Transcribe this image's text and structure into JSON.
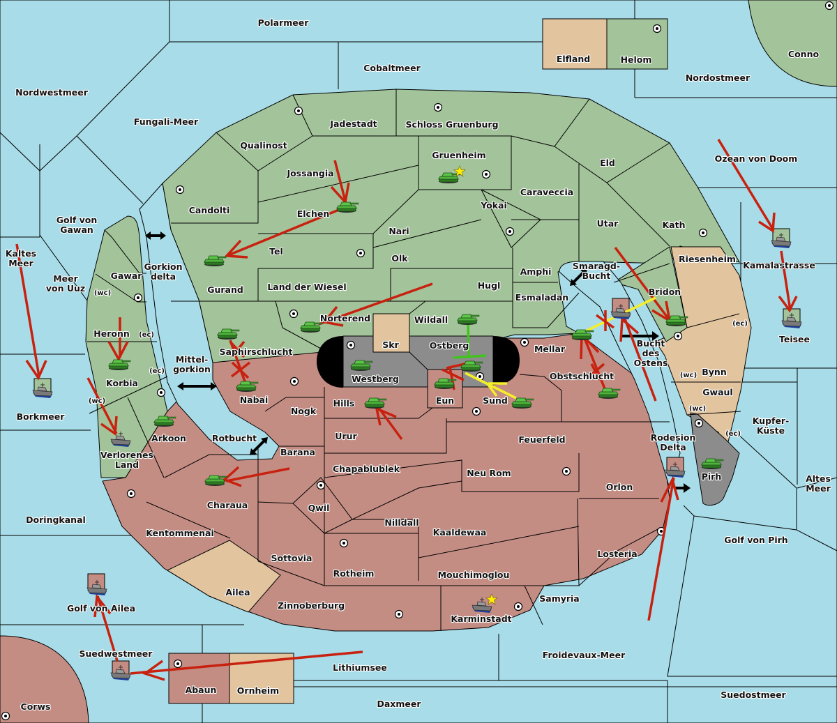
{
  "game": {
    "title": "Diplomacy Map",
    "powers": [
      {
        "name": "green",
        "color": "#a3c49a"
      },
      {
        "name": "red",
        "color": "#c48d84"
      },
      {
        "name": "neutral",
        "color": "#e2c59f"
      },
      {
        "name": "grey",
        "color": "#8c8c8c"
      }
    ]
  },
  "colors": {
    "sea": "#a8dce8",
    "order_attack": "#c8210f",
    "order_support": "#f5ef2a",
    "order_convoy": "#41c41e",
    "unit_tank": "#3a9a2e",
    "star": "#ffee00"
  },
  "labels": {
    "polarmeer": "Polarmeer",
    "cobaltmeer": "Cobaltmeer",
    "elfland": "Elfland",
    "helom": "Helom",
    "conno": "Conno",
    "nordwestmeer": "Nordwestmeer",
    "nordostmeer": "Nordostmeer",
    "fungali": "Fungali-Meer",
    "jadestadt": "Jadestadt",
    "schloss": "Schloss Gruenburg",
    "qualinost": "Qualinost",
    "gruenheim": "Gruenheim",
    "eld": "Eld",
    "ozean": "Ozean von Doom",
    "jossangia": "Jossangia",
    "candolti": "Candolti",
    "caraveccia": "Caraveccia",
    "elchen": "Elchen",
    "yokai": "Yokai",
    "golfgawan": "Golf von\nGawan",
    "nari": "Nari",
    "utar": "Utar",
    "kath": "Kath",
    "kamalastrasse": "Kamalastrasse",
    "kaltes": "Kaltes\nMeer",
    "tel": "Tel",
    "olk": "Olk",
    "amphi": "Amphi",
    "riesenheim": "Riesenheim",
    "gawar": "Gawar",
    "gorkiondelta": "Gorkion\ndelta",
    "meeruuz": "Meer\nvon Uuz",
    "landwiesel": "Land der Wiesel",
    "hugl": "Hugl",
    "gurand": "Gurand",
    "smaragd": "Smaragd-\nBucht",
    "esmaladan": "Esmaladan",
    "bridon": "Bridon",
    "teisee": "Teisee",
    "norterend": "Norterend",
    "wildall": "Wildall",
    "heronn": "Heronn",
    "skr": "Skr",
    "ostberg": "Ostberg",
    "mellar": "Mellar",
    "saphir": "Saphirschlucht",
    "buchtostens": "Bucht\ndes\nOstens",
    "bynn": "Bynn",
    "mittelgorkion": "Mittel-\ngorkion",
    "westberg": "Westberg",
    "obstschlucht": "Obstschlucht",
    "korbia": "Korbia",
    "nabai": "Nabai",
    "hills": "Hills",
    "eun": "Eun",
    "sund": "Sund",
    "gwaul": "Gwaul",
    "borkmeer": "Borkmeer",
    "nogk": "Nogk",
    "kupfer": "Kupfer-\nKüste",
    "arkoon": "Arkoon",
    "rotbucht": "Rotbucht",
    "urur": "Urur",
    "feuerfeld": "Feuerfeld",
    "rodesion": "Rodesion\nDelta",
    "barana": "Barana",
    "verlorenes": "Verlorenes\nLand",
    "chapa": "Chapablublek",
    "neurom": "Neu Rom",
    "pirh": "Pirh",
    "altesmeer": "Altes\nMeer",
    "charaua": "Charaua",
    "orlon": "Orlon",
    "qwil": "Qwil",
    "doringkanal": "Doringkanal",
    "nilldall": "Nilldall",
    "kentommenai": "Kentommenai",
    "kaaldewaa": "Kaaldewaa",
    "golfpirh": "Golf von Pirh",
    "losteria": "Losteria",
    "sottovia": "Sottovia",
    "rotheim": "Rotheim",
    "mouchi": "Mouchimoglou",
    "ailea": "Ailea",
    "samyria": "Samyria",
    "zinnoberburg": "Zinnoberburg",
    "golfailea": "Golf von Ailea",
    "karminstadt": "Karminstadt",
    "suedwestmeer": "Suedwestmeer",
    "froidevaux": "Froidevaux-Meer",
    "lithiumsee": "Lithiumsee",
    "abaun": "Abaun",
    "ornheim": "Ornheim",
    "suedostmeer": "Suedostmeer",
    "daxmeer": "Daxmeer",
    "corws": "Corws"
  },
  "coasts": {
    "wc": "(wc)",
    "ec": "(ec)"
  },
  "units": [
    {
      "type": "army",
      "province": "Elchen",
      "power": "green"
    },
    {
      "type": "army",
      "province": "Gruenheim",
      "power": "green",
      "star": true
    },
    {
      "type": "army",
      "province": "Gurand",
      "power": "green"
    },
    {
      "type": "army",
      "province": "Norterend",
      "power": "green"
    },
    {
      "type": "army",
      "province": "Saphirschlucht",
      "power": "green"
    },
    {
      "type": "army",
      "province": "Nabai",
      "power": "green"
    },
    {
      "type": "army",
      "province": "Korbia",
      "power": "green"
    },
    {
      "type": "army",
      "province": "Arkoon",
      "power": "green"
    },
    {
      "type": "army",
      "province": "Charaua",
      "power": "green"
    },
    {
      "type": "army",
      "province": "Westberg",
      "power": "green"
    },
    {
      "type": "army",
      "province": "Hills",
      "power": "green"
    },
    {
      "type": "army",
      "province": "Wildall",
      "power": "green"
    },
    {
      "type": "army",
      "province": "Ostberg",
      "power": "green"
    },
    {
      "type": "army",
      "province": "Eun",
      "power": "green"
    },
    {
      "type": "army",
      "province": "Sund",
      "power": "green"
    },
    {
      "type": "army",
      "province": "Mellar",
      "power": "green"
    },
    {
      "type": "army",
      "province": "Obstschlucht",
      "power": "green"
    },
    {
      "type": "army",
      "province": "Bridon",
      "power": "green"
    },
    {
      "type": "army",
      "province": "Pirh",
      "power": "green"
    },
    {
      "type": "fleet",
      "province": "Borkmeer",
      "power": "green"
    },
    {
      "type": "fleet",
      "province": "Verlorenes Land",
      "power": "green"
    },
    {
      "type": "fleet",
      "province": "Kamalastrasse",
      "power": "green"
    },
    {
      "type": "fleet",
      "province": "Teisee",
      "power": "green"
    },
    {
      "type": "fleet",
      "province": "Smaragd-Bucht",
      "power": "red"
    },
    {
      "type": "fleet",
      "province": "Rodesion Delta",
      "power": "red"
    },
    {
      "type": "fleet",
      "province": "Golf von Ailea",
      "power": "red"
    },
    {
      "type": "fleet",
      "province": "Suedwestmeer",
      "power": "red"
    },
    {
      "type": "fleet",
      "province": "Karminstadt",
      "power": "red",
      "star": true
    }
  ]
}
